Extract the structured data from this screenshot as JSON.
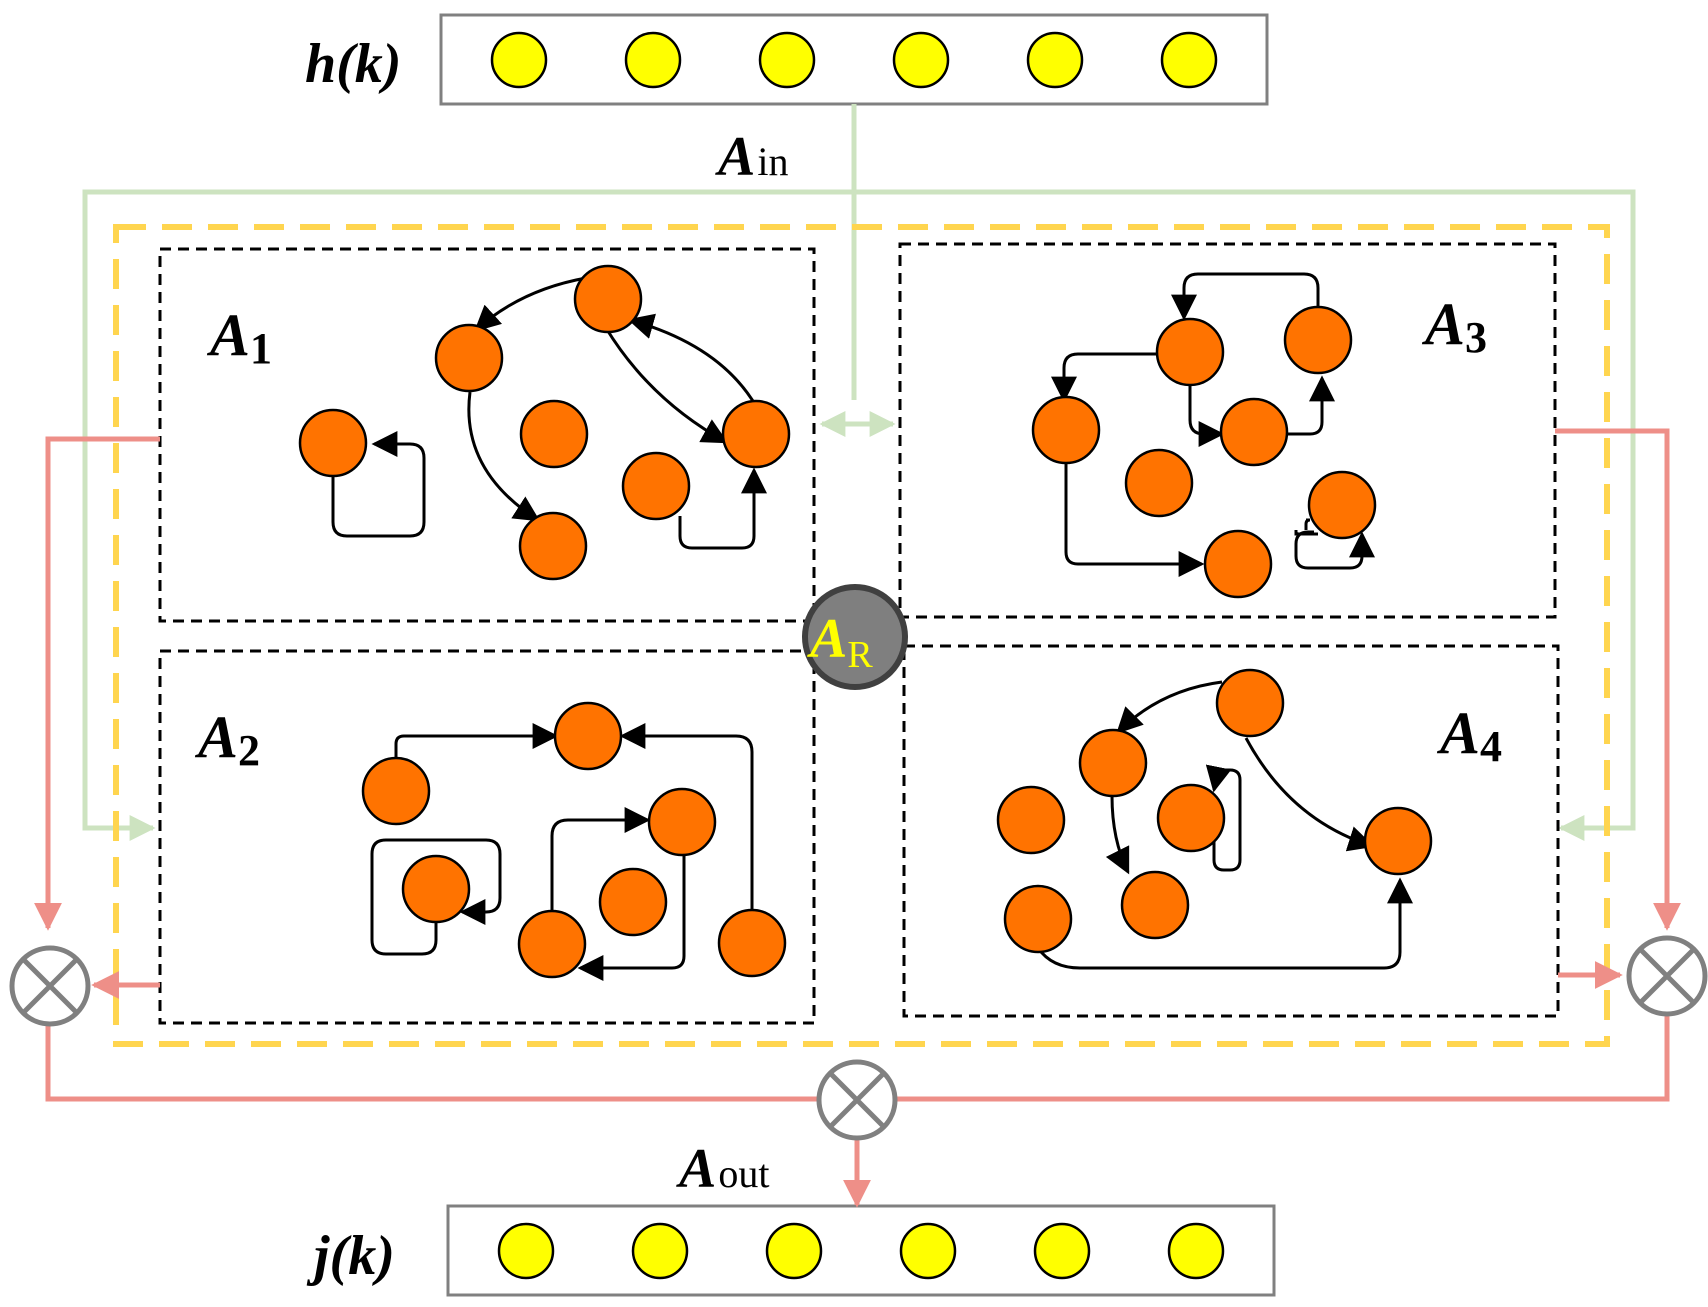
{
  "labels": {
    "input_vector": "h(k)",
    "output_vector": "j(k)",
    "input_matrix_main": "A",
    "input_matrix_sub": "in",
    "output_matrix_main": "A",
    "output_matrix_sub": "out",
    "reservoir_main": "A",
    "reservoir_sub": "R",
    "sub1_main": "A",
    "sub1_sub": "1",
    "sub2_main": "A",
    "sub2_sub": "2",
    "sub3_main": "A",
    "sub3_sub": "3",
    "sub4_main": "A",
    "sub4_sub": "4"
  },
  "nodes": {
    "input_count": 6,
    "output_count": 6
  },
  "colors": {
    "neuron": "#ff7300",
    "io_node": "#ffff00",
    "input_line": "#cde3c0",
    "output_line": "#ee8f88",
    "reservoir_border": "#ffd54f",
    "module_border": "#000000",
    "reservoir_hub": "#7f7f7f",
    "hub_text": "#ffff00",
    "multiplier": "#808080"
  },
  "icons": [
    "multiply-circle-icon"
  ]
}
